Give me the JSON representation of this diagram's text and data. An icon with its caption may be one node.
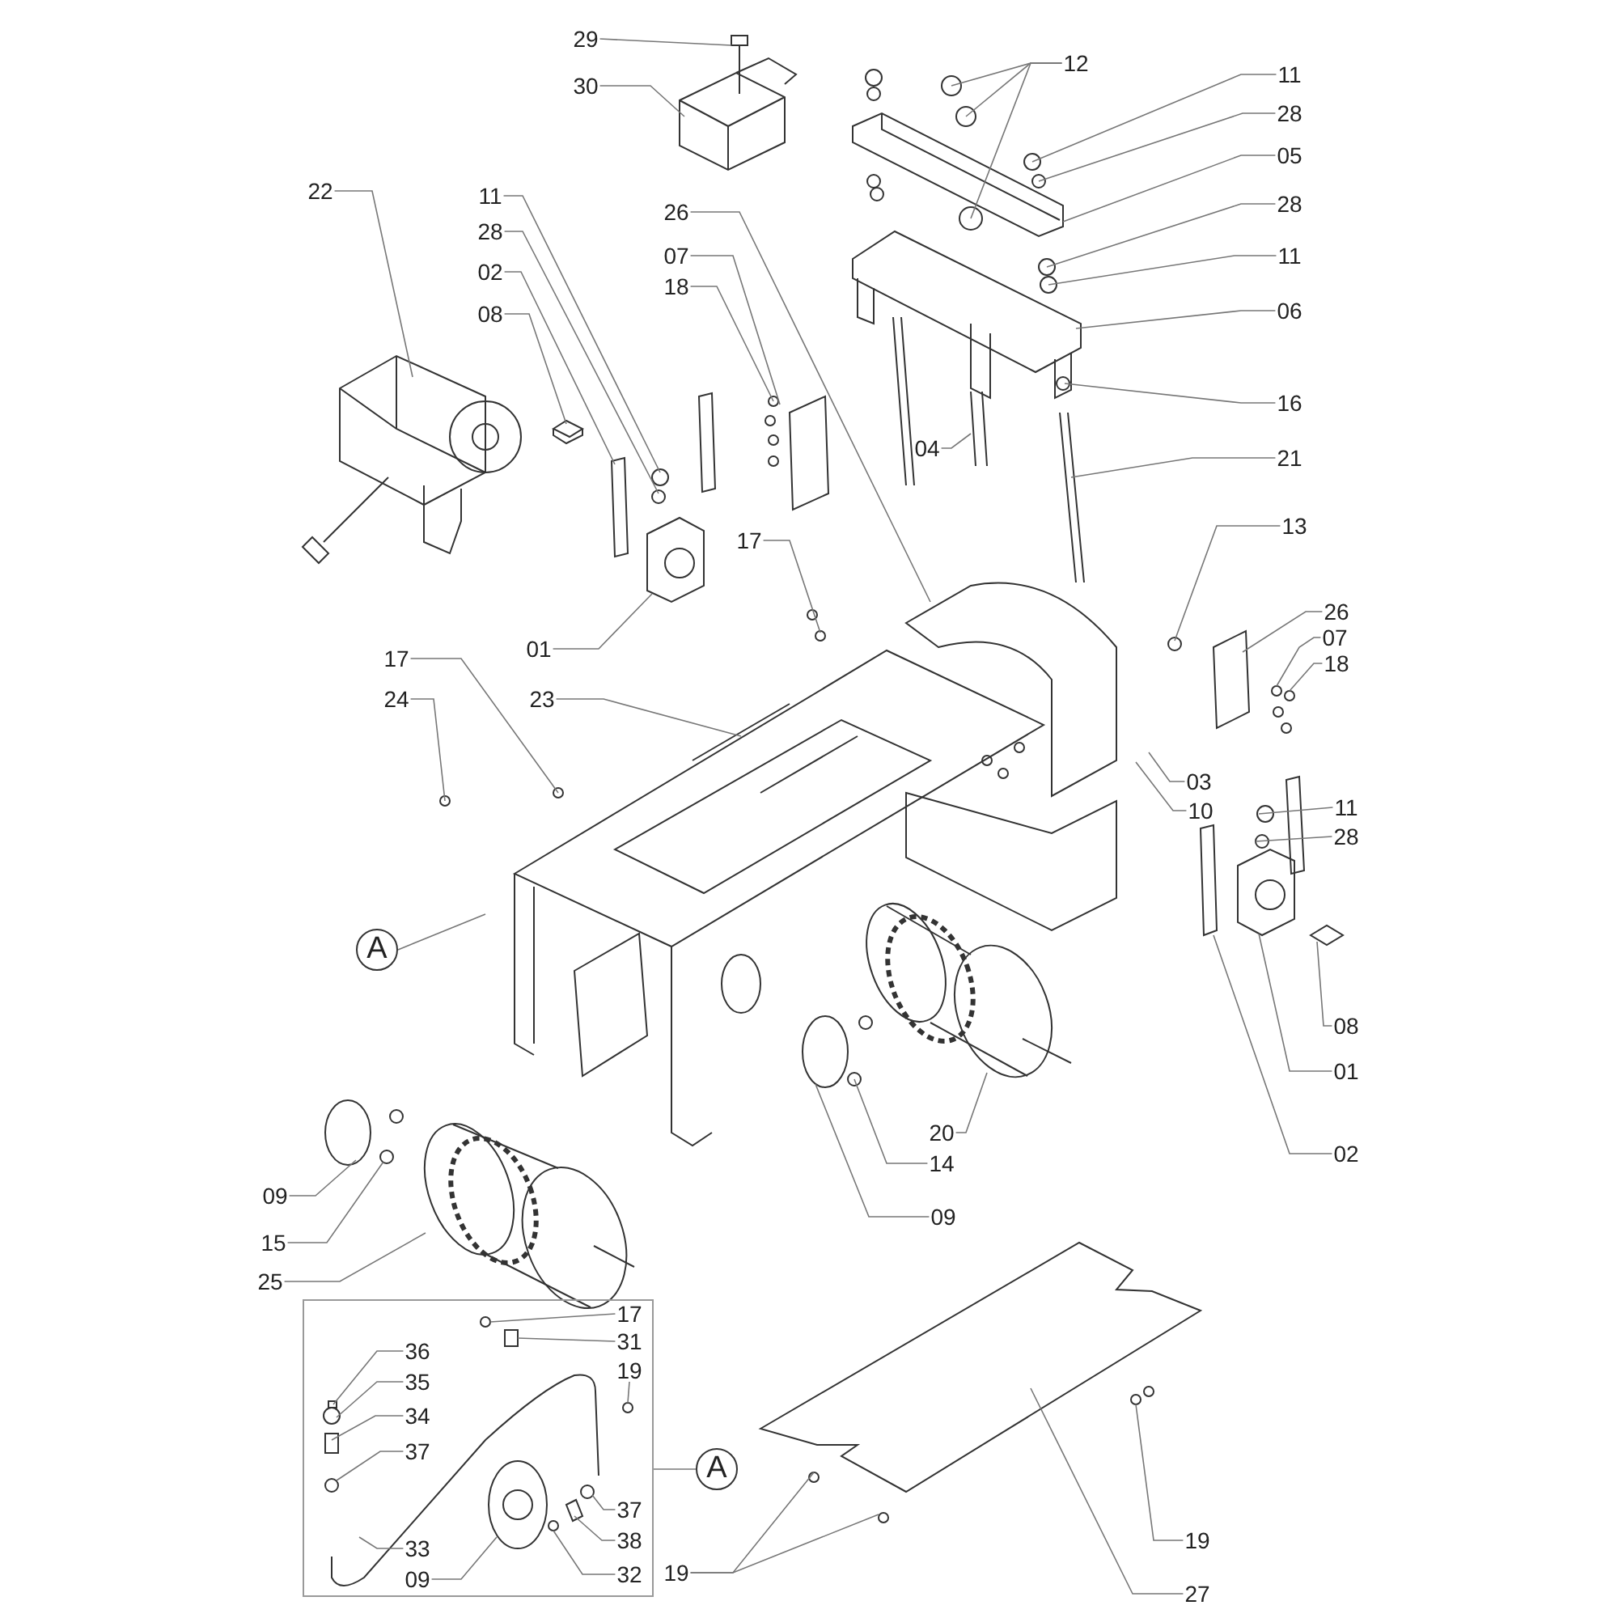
{
  "diagram": {
    "nodes": [
      {
        "text": [
          "29"
        ]
      },
      {
        "text": [
          "30"
        ]
      },
      {
        "text": [
          "12"
        ]
      },
      {
        "text": [
          "11"
        ]
      },
      {
        "text": [
          "28"
        ]
      },
      {
        "text": [
          "05"
        ]
      },
      {
        "text": [
          "28"
        ]
      },
      {
        "text": [
          "11"
        ]
      },
      {
        "text": [
          "22"
        ]
      },
      {
        "text": [
          "11"
        ]
      },
      {
        "text": [
          "28"
        ]
      },
      {
        "text": [
          "26"
        ]
      },
      {
        "text": [
          "07"
        ]
      },
      {
        "text": [
          "02"
        ]
      },
      {
        "text": [
          "18"
        ]
      },
      {
        "text": [
          "08"
        ]
      },
      {
        "text": [
          "06"
        ]
      },
      {
        "text": [
          "16"
        ]
      },
      {
        "text": [
          "04"
        ]
      },
      {
        "text": [
          "21"
        ]
      },
      {
        "text": [
          "17"
        ]
      },
      {
        "text": [
          "13"
        ]
      },
      {
        "text": [
          "01"
        ]
      },
      {
        "text": [
          "26"
        ]
      },
      {
        "text": [
          "07"
        ]
      },
      {
        "text": [
          "18"
        ]
      },
      {
        "text": [
          "17"
        ]
      },
      {
        "text": [
          "24"
        ]
      },
      {
        "text": [
          "23"
        ]
      },
      {
        "text": [
          "03"
        ]
      },
      {
        "text": [
          "10"
        ]
      },
      {
        "text": [
          "11"
        ]
      },
      {
        "text": [
          "28"
        ]
      },
      {
        "text": [
          "A"
        ]
      },
      {
        "text": [
          "08"
        ]
      },
      {
        "text": [
          "01"
        ]
      },
      {
        "text": [
          "20"
        ]
      },
      {
        "text": [
          "14"
        ]
      },
      {
        "text": [
          "02"
        ]
      },
      {
        "text": [
          "09"
        ]
      },
      {
        "text": [
          "09"
        ]
      },
      {
        "text": [
          "15"
        ]
      },
      {
        "text": [
          "25"
        ]
      },
      {
        "text": [],
        "shape": "box"
      },
      {
        "text": [
          "17"
        ],
        "in": 43
      },
      {
        "text": [
          "31"
        ],
        "in": 43
      },
      {
        "text": [
          "36"
        ],
        "in": 43
      },
      {
        "text": [
          "19"
        ],
        "in": 43
      },
      {
        "text": [
          "35"
        ],
        "in": 43
      },
      {
        "text": [
          "34"
        ],
        "in": 43
      },
      {
        "text": [
          "37"
        ],
        "in": 43
      },
      {
        "text": [
          "37"
        ],
        "in": 43
      },
      {
        "text": [
          "38"
        ],
        "in": 43
      },
      {
        "text": [
          "32"
        ],
        "in": 43
      },
      {
        "text": [
          "33"
        ],
        "in": 43
      },
      {
        "text": [
          "09"
        ],
        "in": 43
      },
      {
        "text": [
          "A"
        ]
      },
      {
        "text": [
          "19"
        ]
      },
      {
        "text": [
          "19"
        ]
      },
      {
        "text": [
          "27"
        ]
      }
    ],
    "edges": [
      {
        "from": 0,
        "to": null,
        "arrow": "none"
      },
      {
        "from": 1,
        "to": null,
        "arrow": "none"
      },
      {
        "from": 2,
        "to": null,
        "arrow": "none"
      },
      {
        "from": 2,
        "to": null,
        "arrow": "none"
      },
      {
        "from": 2,
        "to": null,
        "arrow": "none"
      },
      {
        "from": 3,
        "to": null,
        "arrow": "none"
      },
      {
        "from": 4,
        "to": null,
        "arrow": "none"
      },
      {
        "from": 5,
        "to": null,
        "arrow": "none"
      },
      {
        "from": 6,
        "to": null,
        "arrow": "none"
      },
      {
        "from": 7,
        "to": null,
        "arrow": "none"
      },
      {
        "from": 8,
        "to": null,
        "arrow": "none"
      },
      {
        "from": 9,
        "to": null,
        "arrow": "none"
      },
      {
        "from": 10,
        "to": null,
        "arrow": "none"
      },
      {
        "from": 11,
        "to": null,
        "arrow": "none"
      },
      {
        "from": 12,
        "to": null,
        "arrow": "none"
      },
      {
        "from": 13,
        "to": null,
        "arrow": "none"
      },
      {
        "from": 14,
        "to": null,
        "arrow": "none"
      },
      {
        "from": 15,
        "to": null,
        "arrow": "none"
      },
      {
        "from": 16,
        "to": null,
        "arrow": "none"
      },
      {
        "from": 17,
        "to": null,
        "arrow": "none"
      },
      {
        "from": 18,
        "to": null,
        "arrow": "none"
      },
      {
        "from": 19,
        "to": null,
        "arrow": "none"
      },
      {
        "from": 20,
        "to": null,
        "arrow": "none"
      },
      {
        "from": 21,
        "to": null,
        "arrow": "none"
      },
      {
        "from": 22,
        "to": null,
        "arrow": "none"
      },
      {
        "from": 23,
        "to": null,
        "arrow": "none"
      },
      {
        "from": 24,
        "to": null,
        "arrow": "none"
      },
      {
        "from": 25,
        "to": null,
        "arrow": "none"
      },
      {
        "from": 26,
        "to": null,
        "arrow": "none"
      },
      {
        "from": 27,
        "to": null,
        "arrow": "none"
      },
      {
        "from": 28,
        "to": null,
        "arrow": "none"
      },
      {
        "from": 29,
        "to": null,
        "arrow": "none"
      },
      {
        "from": 30,
        "to": null,
        "arrow": "none"
      },
      {
        "from": 31,
        "to": null,
        "arrow": "none"
      },
      {
        "from": 32,
        "to": null,
        "arrow": "none"
      },
      {
        "from": 33,
        "to": null,
        "arrow": "none"
      },
      {
        "from": 34,
        "to": null,
        "arrow": "none"
      },
      {
        "from": 35,
        "to": null,
        "arrow": "none"
      },
      {
        "from": 36,
        "to": null,
        "arrow": "none"
      },
      {
        "from": 37,
        "to": null,
        "arrow": "none"
      },
      {
        "from": 38,
        "to": null,
        "arrow": "none"
      },
      {
        "from": 39,
        "to": null,
        "arrow": "none"
      },
      {
        "from": 40,
        "to": null,
        "arrow": "none"
      },
      {
        "from": 41,
        "to": null,
        "arrow": "none"
      },
      {
        "from": 42,
        "to": null,
        "arrow": "none"
      },
      {
        "from": 56,
        "to": 43,
        "arrow": "none"
      },
      {
        "from": 44,
        "to": null,
        "arrow": "none"
      },
      {
        "from": 45,
        "to": null,
        "arrow": "none"
      },
      {
        "from": 47,
        "to": null,
        "arrow": "none"
      },
      {
        "from": 46,
        "to": null,
        "arrow": "none"
      },
      {
        "from": 48,
        "to": null,
        "arrow": "none"
      },
      {
        "from": 49,
        "to": null,
        "arrow": "none"
      },
      {
        "from": 50,
        "to": null,
        "arrow": "none"
      },
      {
        "from": 54,
        "to": null,
        "arrow": "none"
      },
      {
        "from": 55,
        "to": null,
        "arrow": "none"
      },
      {
        "from": 51,
        "to": null,
        "arrow": "none"
      },
      {
        "from": 52,
        "to": null,
        "arrow": "none"
      },
      {
        "from": 53,
        "to": null,
        "arrow": "none"
      },
      {
        "from": 58,
        "to": null,
        "arrow": "none"
      },
      {
        "from": 58,
        "to": null,
        "arrow": "none"
      },
      {
        "from": 57,
        "to": null,
        "arrow": "none"
      },
      {
        "from": 59,
        "to": null,
        "arrow": "none"
      }
    ]
  }
}
